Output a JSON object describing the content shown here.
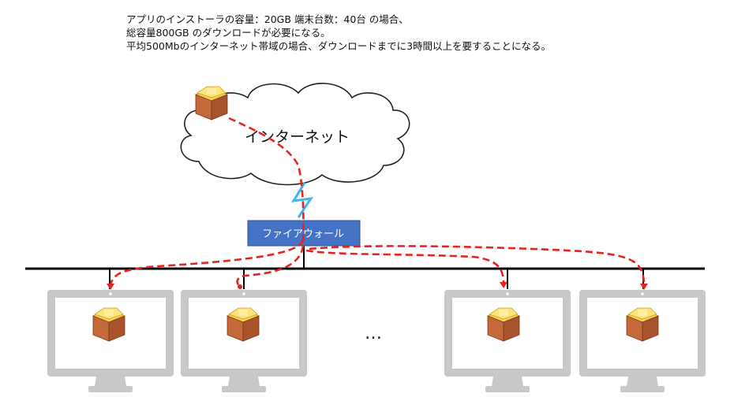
{
  "caption": {
    "line1": "アプリのインストーラの容量：20GB 端末台数：40台 の場合、",
    "line2": "総容量800GB のダウンロードが必要になる。",
    "line3": "平均500Mbのインターネット帯域の場合、ダウンロードまでに3時間以上を要することになる。"
  },
  "cloud": {
    "label": "インターネット"
  },
  "firewall": {
    "label": "ファイアウォール"
  },
  "ellipsis": "…",
  "colors": {
    "firewall": "#4472c4",
    "arrow": "#e8231f",
    "lightning": "#3cb7ea",
    "monitor": "#c8c8c8",
    "bus": "#000000"
  },
  "icons": {
    "package": "installer-package-icon",
    "monitor": "monitor-icon",
    "cloud": "cloud-icon",
    "lightning": "lightning-icon"
  }
}
